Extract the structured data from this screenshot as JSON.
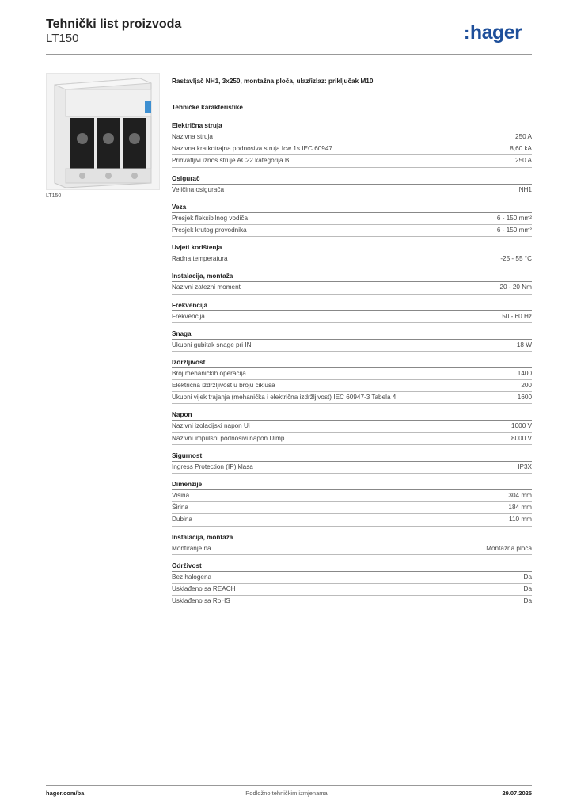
{
  "header": {
    "title": "Tehnički list proizvoda",
    "subtitle": "LT150"
  },
  "logo": {
    "text": "hager",
    "color": "#1e4f9a"
  },
  "product": {
    "image_caption": "LT150",
    "description": "Rastavljač NH1, 3x250, montažna ploča, ulaz/izlaz: priključak M10"
  },
  "characteristics_title": "Tehničke karakteristike",
  "sections": [
    {
      "title": "Električna struja",
      "rows": [
        {
          "label": "Nazivna struja",
          "value": "250 A"
        },
        {
          "label": "Nazivna kratkotrajna podnosiva struja Icw 1s IEC 60947",
          "value": "8,60 kA"
        },
        {
          "label": "Prihvatljivi iznos struje AC22 kategorija B",
          "value": "250 A"
        }
      ]
    },
    {
      "title": "Osigurač",
      "rows": [
        {
          "label": "Veličina osigurača",
          "value": "NH1"
        }
      ]
    },
    {
      "title": "Veza",
      "rows": [
        {
          "label": "Presjek fleksibilnog vodiča",
          "value": "6 - 150 mm²"
        },
        {
          "label": "Presjek krutog provodnika",
          "value": "6 - 150 mm²"
        }
      ]
    },
    {
      "title": "Uvjeti korištenja",
      "rows": [
        {
          "label": "Radna temperatura",
          "value": "-25 - 55 °C"
        }
      ]
    },
    {
      "title": "Instalacija, montaža",
      "rows": [
        {
          "label": "Nazivni zatezni moment",
          "value": "20 - 20 Nm"
        }
      ]
    },
    {
      "title": "Frekvencija",
      "rows": [
        {
          "label": "Frekvencija",
          "value": "50 - 60 Hz"
        }
      ]
    },
    {
      "title": "Snaga",
      "rows": [
        {
          "label": "Ukupni gubitak snage pri IN",
          "value": "18 W"
        }
      ]
    },
    {
      "title": "Izdržljivost",
      "rows": [
        {
          "label": "Broj mehaničkih operacija",
          "value": "1400"
        },
        {
          "label": "Električna izdržljivost u broju ciklusa",
          "value": "200"
        },
        {
          "label": "Ukupni vijek trajanja (mehanička i električna izdržljivost) IEC 60947-3 Tabela 4",
          "value": "1600"
        }
      ]
    },
    {
      "title": "Napon",
      "rows": [
        {
          "label": "Nazivni izolacijski napon Ui",
          "value": "1000 V"
        },
        {
          "label": "Nazivni impulsni podnosivi napon Uimp",
          "value": "8000 V"
        }
      ]
    },
    {
      "title": "Sigurnost",
      "rows": [
        {
          "label": "Ingress Protection (IP) klasa",
          "value": "IP3X"
        }
      ]
    },
    {
      "title": "Dimenzije",
      "rows": [
        {
          "label": "Visina",
          "value": "304 mm"
        },
        {
          "label": "Širina",
          "value": "184 mm"
        },
        {
          "label": "Dubina",
          "value": "110 mm"
        }
      ]
    },
    {
      "title": "Instalacija, montaža",
      "rows": [
        {
          "label": "Montiranje na",
          "value": "Montažna ploča"
        }
      ]
    },
    {
      "title": "Održivost",
      "rows": [
        {
          "label": "Bez halogena",
          "value": "Da"
        },
        {
          "label": "Usklađeno sa REACH",
          "value": "Da"
        },
        {
          "label": "Usklađeno sa RoHS",
          "value": "Da"
        }
      ]
    }
  ],
  "footer": {
    "left": "hager.com/ba",
    "center": "Podložno tehničkim izmjenama",
    "right": "29.07.2025"
  }
}
